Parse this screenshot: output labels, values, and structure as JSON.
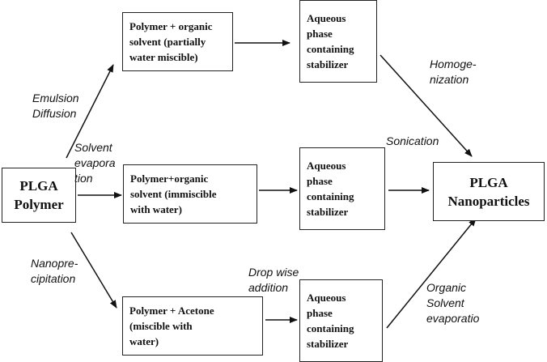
{
  "nodes": {
    "plga_polymer": "PLGA\nPolymer",
    "polymer_partially": "Polymer + organic\nsolvent (partially\nwater miscible)",
    "polymer_immiscible": "Polymer+organic\nsolvent (immiscible\nwith water)",
    "polymer_acetone": "Polymer + Acetone\n(miscible with\nwater)",
    "aqueous_top": "Aqueous\nphase\ncontaining\nstabilizer",
    "aqueous_middle": "Aqueous\nphase\ncontaining\nstabilizer",
    "aqueous_bottom": "Aqueous\nphase\ncontaining\nstabilizer",
    "plga_nanoparticles": "PLGA\nNanoparticles"
  },
  "labels": {
    "emulsion_diffusion": "Emulsion\nDiffusion",
    "solvent_evaporation": "Solvent\nevapora\ntion",
    "nanoprecipitation": "Nanopre-\ncipitation",
    "homogenization": "Homoge-\nnization",
    "sonication": "Sonication",
    "drop_wise_addition": "Drop wise\naddition",
    "organic_solvent_evaporation": "Organic\nSolvent\nevaporatio"
  }
}
